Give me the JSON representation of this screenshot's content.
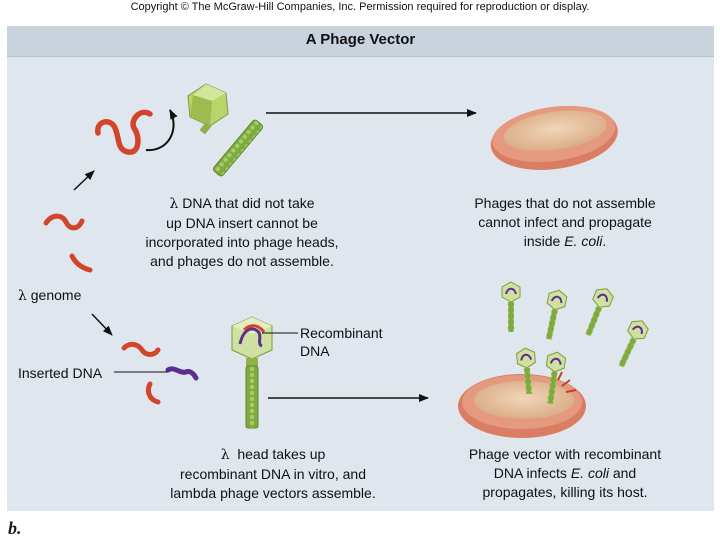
{
  "copyright": "Copyright © The McGraw-Hill Companies, Inc. Permission required for reproduction or display.",
  "title": "A Phage Vector",
  "labels": {
    "lambda_symbol": "λ",
    "genome_text": "genome",
    "inserted_dna": "Inserted DNA",
    "recombinant_line1": "Recombinant",
    "recombinant_line2": "DNA"
  },
  "captions": {
    "top_left": {
      "lambda": "λ",
      "line1_rest": " DNA that did not take",
      "line2": "up DNA insert cannot be",
      "line3": "incorporated into phage heads,",
      "line4": "and phages do not assemble."
    },
    "top_right": {
      "line1": "Phages that do not assemble",
      "line2": "cannot infect and propagate",
      "line3_pre": "inside ",
      "line3_italic": "E. coli",
      "line3_post": "."
    },
    "bottom_left": {
      "lambda": "λ",
      "line1_rest": "  head takes up",
      "line2": "recombinant DNA in vitro, and",
      "line3": "lambda phage vectors assemble."
    },
    "bottom_right": {
      "line1": "Phage vector with recombinant",
      "line2_pre": "DNA infects ",
      "line2_italic": "E. coli",
      "line2_post": " and",
      "line3": "propagates, killing its host."
    }
  },
  "panel_letter": "b.",
  "colors": {
    "dna": "#d2452a",
    "inserted_dna": "#5a2f8f",
    "phage_head": "#b9d46a",
    "phage_tail": "#7faa3f",
    "cell_outer": "#e59a7f",
    "cell_inner": "#e9c4a2",
    "panel": "#dfe6ee",
    "title_bar": "#c9d3de"
  }
}
